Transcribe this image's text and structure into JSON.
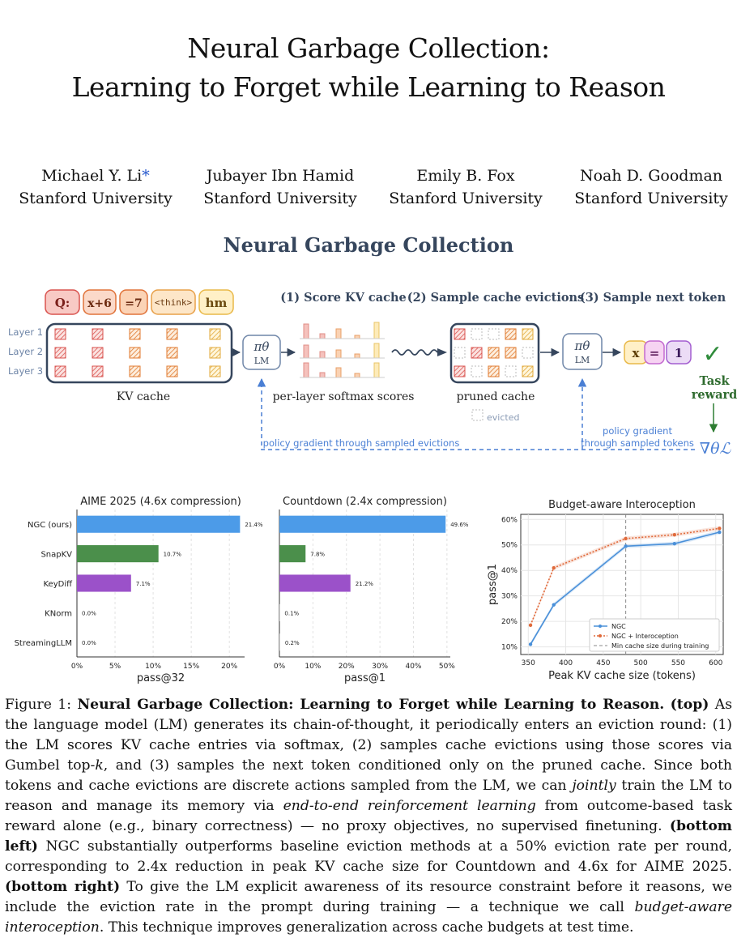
{
  "paper": {
    "title_line1": "Neural Garbage Collection:",
    "title_line2": "Learning to Forget while Learning to Reason",
    "authors": [
      {
        "name": "Michael Y. Li",
        "mark": "*",
        "affiliation": "Stanford University"
      },
      {
        "name": "Jubayer Ibn Hamid",
        "mark": "",
        "affiliation": "Stanford University"
      },
      {
        "name": "Emily B. Fox",
        "mark": "",
        "affiliation": "Stanford University"
      },
      {
        "name": "Noah D. Goodman",
        "mark": "",
        "affiliation": "Stanford University"
      }
    ]
  },
  "diagram": {
    "title": "Neural Garbage Collection",
    "prompt_tokens": [
      "Q:",
      "x+6",
      "=7",
      "<think>",
      "hm"
    ],
    "layers": [
      "Layer 1",
      "Layer 2",
      "Layer 3"
    ],
    "kv_label": "KV cache",
    "policy_symbol": "πθ",
    "policy_sub": "LM",
    "step1": "(1) Score KV cache",
    "step2": "(2) Sample cache evictions",
    "step3": "(3) Sample next token",
    "scores_label": "per-layer softmax scores",
    "pruned_label": "pruned cache",
    "evicted_label": "evicted",
    "output_tokens": [
      "x",
      "=",
      "1"
    ],
    "check": "✓",
    "reward_line1": "Task",
    "reward_line2": "reward",
    "grad_evictions": "policy gradient through sampled evictions",
    "grad_tokens_line1": "policy gradient",
    "grad_tokens_line2": "through sampled tokens",
    "grad_symbol": "∇θℒ",
    "colors": {
      "red": "#d9534f",
      "orange": "#e8873a",
      "yellow": "#e9b949",
      "purple": "#b36ad6",
      "blue": "#4a7fd4",
      "green": "#2e7d32",
      "slate": "#36465d"
    }
  },
  "chart_data": [
    {
      "type": "bar",
      "orientation": "horizontal",
      "title": "AIME 2025 (4.6x compression)",
      "categories": [
        "NGC (ours)",
        "SnapKV",
        "KeyDiff",
        "KNorm",
        "StreamingLLM"
      ],
      "values": [
        21.4,
        10.7,
        7.1,
        0.0,
        0.0
      ],
      "value_labels": [
        "21.4%",
        "10.7%",
        "7.1%",
        "0.0%",
        "0.0%"
      ],
      "colors": [
        "#4c9be8",
        "#4b8f4b",
        "#9b51c9",
        "#cccccc",
        "#cccccc"
      ],
      "xlabel": "pass@32",
      "xlim": [
        0,
        22
      ],
      "xticks": [
        "0%",
        "5%",
        "10%",
        "15%",
        "20%"
      ],
      "xtick_values": [
        0,
        5,
        10,
        15,
        20
      ],
      "grid": true
    },
    {
      "type": "bar",
      "orientation": "horizontal",
      "title": "Countdown (2.4x compression)",
      "categories": [
        "NGC (ours)",
        "SnapKV",
        "KeyDiff",
        "KNorm",
        "StreamingLLM"
      ],
      "values": [
        49.6,
        7.8,
        21.2,
        0.1,
        0.2
      ],
      "value_labels": [
        "49.6%",
        "7.8%",
        "21.2%",
        "0.1%",
        "0.2%"
      ],
      "colors": [
        "#4c9be8",
        "#4b8f4b",
        "#9b51c9",
        "#cccccc",
        "#cccccc"
      ],
      "xlabel": "pass@1",
      "xlim": [
        0,
        51
      ],
      "xticks": [
        "0%",
        "10%",
        "20%",
        "30%",
        "40%",
        "50%"
      ],
      "xtick_values": [
        0,
        10,
        20,
        30,
        40,
        50
      ],
      "grid": true
    },
    {
      "type": "line",
      "title": "Budget-aware Interoception",
      "xlabel": "Peak KV cache size (tokens)",
      "ylabel": "pass@1",
      "xlim": [
        340,
        610
      ],
      "ylim": [
        7,
        62
      ],
      "xticks": [
        350,
        400,
        450,
        500,
        550,
        600
      ],
      "yticks": [
        10,
        20,
        30,
        40,
        50,
        60
      ],
      "ytick_labels": [
        "10%",
        "20%",
        "30%",
        "40%",
        "50%",
        "60%"
      ],
      "series": [
        {
          "name": "NGC",
          "color": "#4a90d9",
          "style": "solid",
          "x": [
            353,
            384,
            480,
            545,
            605
          ],
          "y": [
            11,
            26.5,
            49.5,
            50.5,
            55
          ]
        },
        {
          "name": "NGC + Interoception",
          "color": "#e06a3b",
          "style": "dotted",
          "x": [
            353,
            384,
            480,
            545,
            605
          ],
          "y": [
            18.5,
            41,
            52.5,
            54,
            56.5
          ]
        }
      ],
      "vline": {
        "x": 480,
        "name": "Min cache size during training"
      },
      "legend": "bottom-right",
      "grid": true
    }
  ],
  "caption": {
    "fig": "Figure 1:",
    "bold_title": "Neural Garbage Collection: Learning to Forget while Learning to Reason.",
    "top": "(top)",
    "p1": "As the language model (LM) generates its chain-of-thought, it periodically enters an eviction round: (1) the LM scores KV cache entries via softmax, (2) samples cache evictions using those scores via Gumbel top-",
    "k": "k",
    "p2": ", and (3) samples the next token conditioned only on the pruned cache. Since both tokens and cache evictions are discrete actions sampled from the LM, we can ",
    "jointly": "jointly",
    "p3": " train the LM to reason and manage its memory via ",
    "e2e": "end-to-end reinforcement learning",
    "p4": " from outcome-based task reward alone (e.g., binary correctness) — no proxy objectives, no supervised finetuning. ",
    "bottom_left": "(bottom left)",
    "p5": " NGC substantially outperforms baseline eviction methods at a 50% eviction rate per round, corresponding to 2.4x reduction in peak KV cache size for Countdown and 4.6x for AIME 2025. ",
    "bottom_right": "(bottom right)",
    "p6": " To give the LM explicit awareness of its resource constraint before it reasons, we include the eviction rate in the prompt during training — a technique we call ",
    "bai": "budget-aware interoception",
    "p7": ". This technique improves generalization across cache budgets at test time."
  }
}
